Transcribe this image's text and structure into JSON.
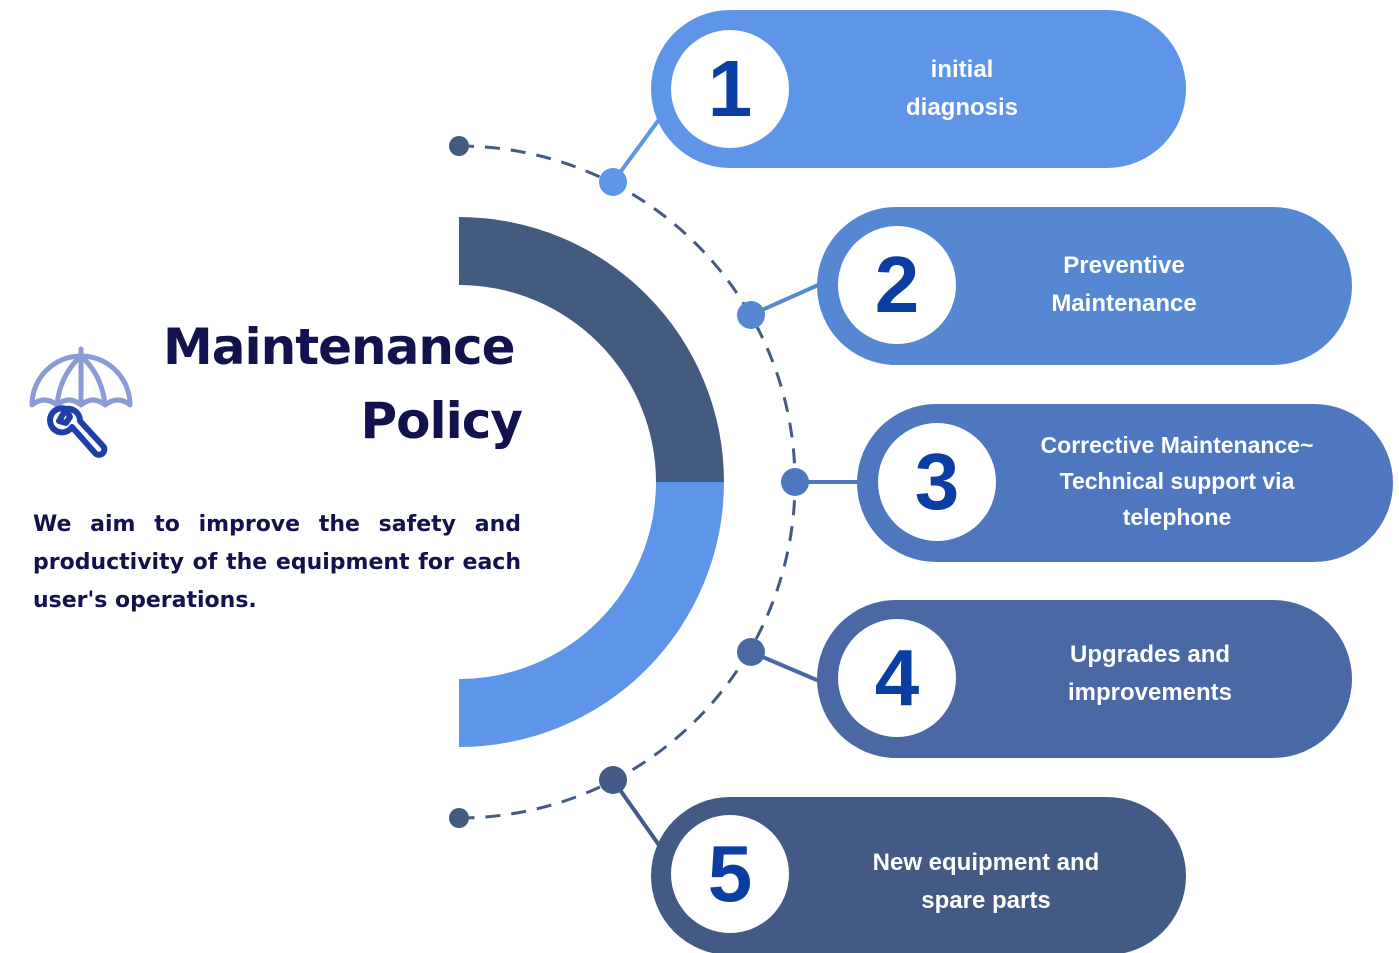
{
  "title": {
    "line1": "Maintenance",
    "line2": "Policy"
  },
  "description": "We aim to improve the safety and productivity of the equipment for each user's operations.",
  "steps": [
    {
      "number": "1",
      "label": "initial diagnosis",
      "color": "#5f95e8"
    },
    {
      "number": "2",
      "label": "Preventive Maintenance",
      "color": "#5687d2"
    },
    {
      "number": "3",
      "label": "Corrective Maintenance~ Technical support via telephone",
      "color": "#4f77bf"
    },
    {
      "number": "4",
      "label": "Upgrades and improvements",
      "color": "#4a69a4"
    },
    {
      "number": "5",
      "label": "New equipment and spare parts",
      "color": "#435a85"
    }
  ],
  "colors": {
    "navy": "#12124f",
    "number_blue": "#0b3ea3",
    "arc_top": "#445b80",
    "arc_bottom": "#5f95e8",
    "dash": "#445b80",
    "icon": "#8b9bd6"
  },
  "icons": [
    "umbrella-icon",
    "wrench-icon"
  ]
}
